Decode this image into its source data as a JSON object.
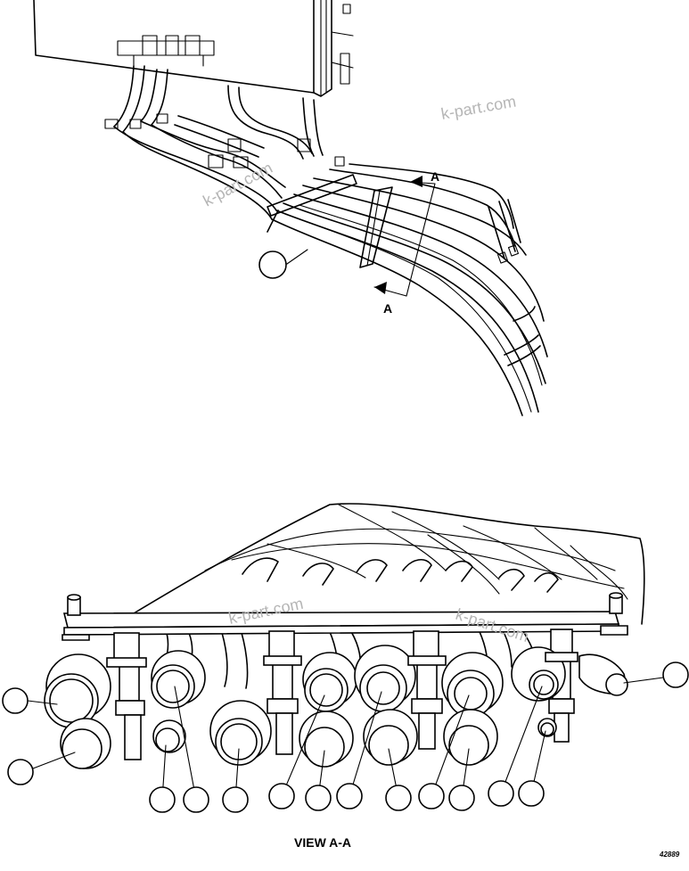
{
  "diagram": {
    "section_markers": [
      "A",
      "A"
    ],
    "view_label": "VIEW A-A",
    "drawing_number": "42889",
    "watermark": "k-part.com"
  }
}
